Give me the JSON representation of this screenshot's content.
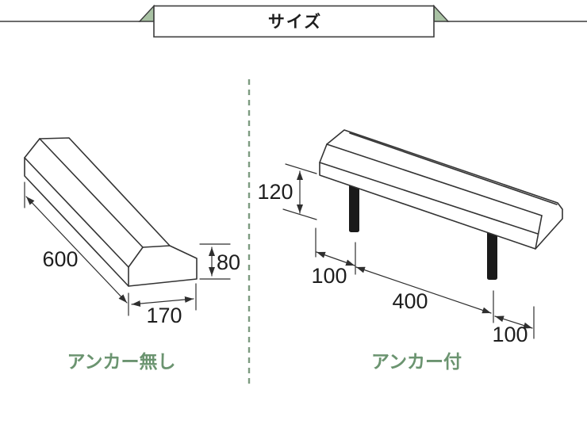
{
  "banner": {
    "title": "サイズ"
  },
  "colors": {
    "line": "#333333",
    "green_text": "#6b9470",
    "banner_triangle": "#a9c2a4",
    "divider": "#7d9b80",
    "anchor_fill": "#1a1a1a"
  },
  "left_diagram": {
    "label": "アンカー無し",
    "dims": {
      "length": "600",
      "width": "170",
      "height": "80"
    }
  },
  "right_diagram": {
    "label": "アンカー付",
    "dims": {
      "anchor_length": "120",
      "left_offset": "100",
      "pin_spacing": "400",
      "right_offset": "100"
    }
  }
}
